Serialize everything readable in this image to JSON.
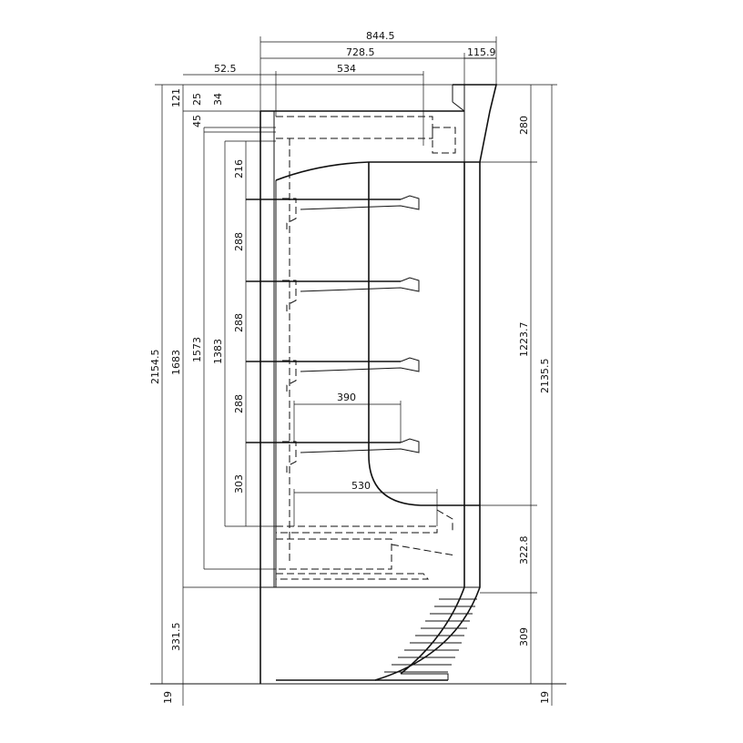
{
  "drawing": {
    "top_dims": {
      "overall_depth": "844.5",
      "body_depth": "728.5",
      "canopy_depth": "115.9",
      "offset": "52.5",
      "shelf_depth": "534"
    },
    "left_dims": {
      "d121": "121",
      "d25": "25",
      "d34": "34",
      "d45": "45",
      "overall_height": "2154.5",
      "h1683": "1683",
      "h1573": "1573",
      "h1383": "1383",
      "base": "331.5",
      "foot": "19"
    },
    "shelf_spacing": {
      "top": "216",
      "s1": "288",
      "s2": "288",
      "s3": "288",
      "bottom": "303"
    },
    "inner_dims": {
      "shelf_width": "390",
      "deck_width": "530"
    },
    "right_dims": {
      "canopy": "280",
      "display": "1223.7",
      "height": "2135.5",
      "deck": "322.8",
      "plinth": "309",
      "foot": "19"
    }
  }
}
